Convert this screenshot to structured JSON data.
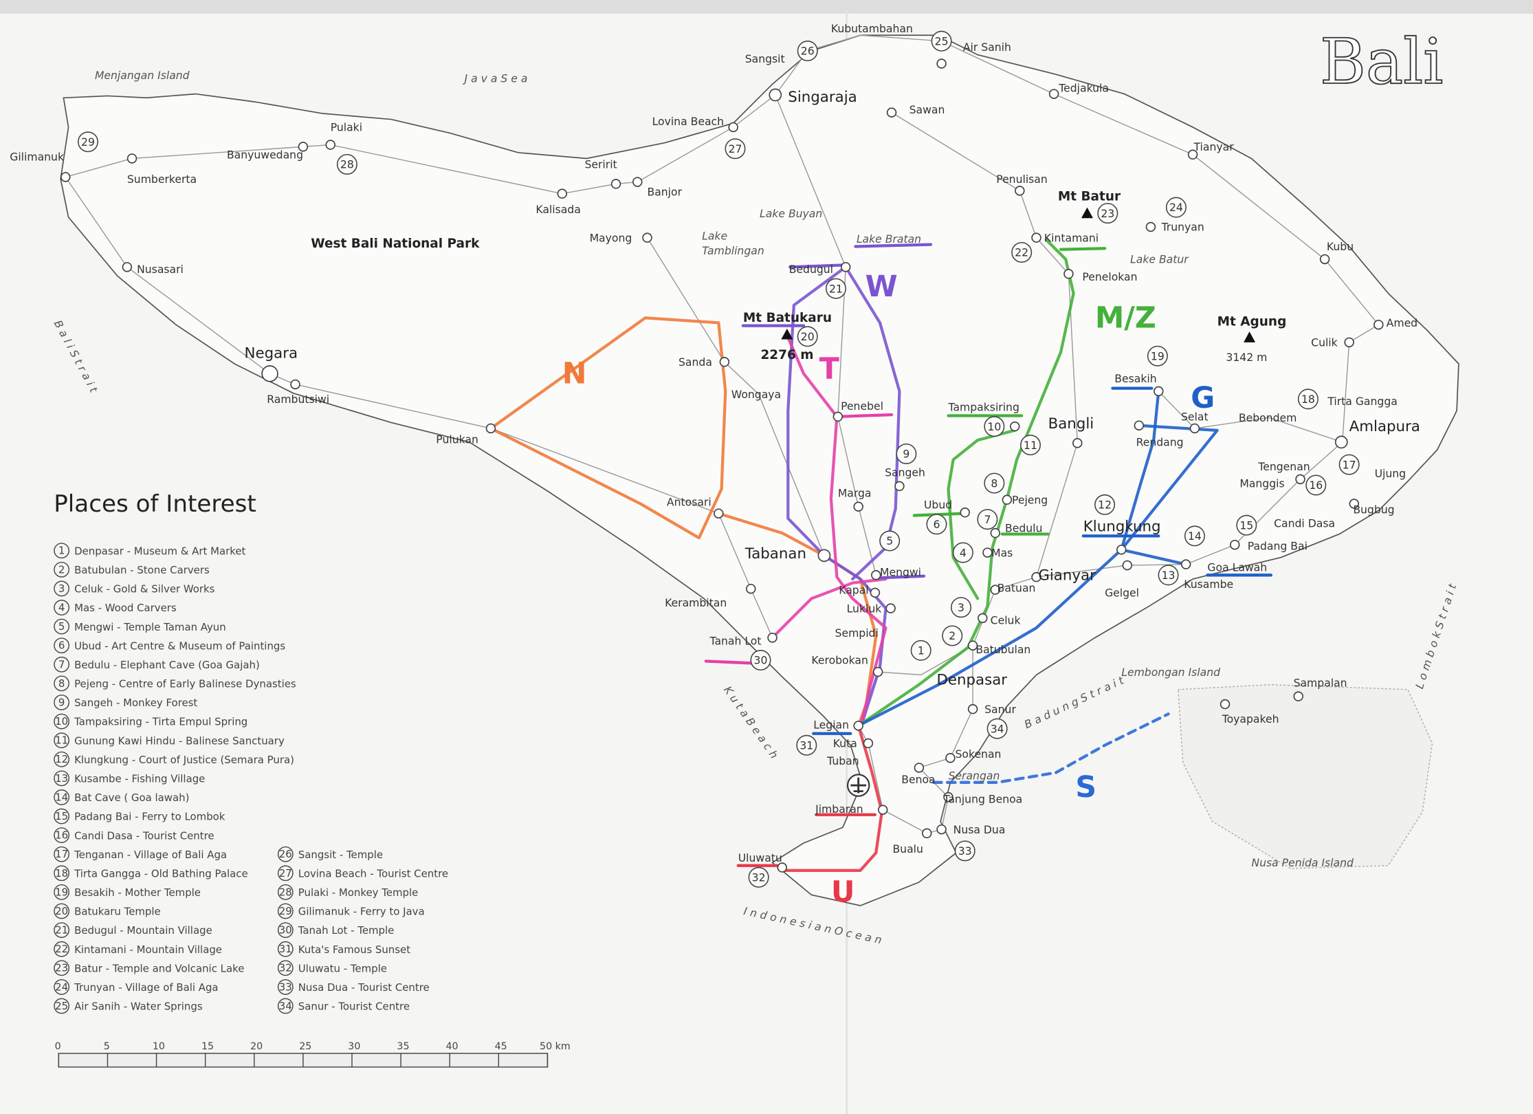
{
  "map": {
    "title": "Bali",
    "places": [
      "Kubutambahan",
      "Air Sanih",
      "Sangsit",
      "Singaraja",
      "Sawan",
      "Tedjakula",
      "Lovina Beach",
      "Pulaki",
      "Banyuwedang",
      "Menjangan Island",
      "J a v a   S e a",
      "Gilimanuk",
      "Sumberkerta",
      "Seririt",
      "Banjor",
      "Kalisada",
      "Tianyar",
      "Penulisan",
      "Mt Batur",
      "Trunyan",
      "Lake Buyan",
      "Mayong",
      "Lake",
      "Tamblingan",
      "Lake Bratan",
      "West Bali National Park",
      "Kintamani",
      "Lake Batur",
      "Kubu",
      "Nusasari",
      "Bedugul",
      "Penelokan",
      "Mt Batukaru",
      "2276 m",
      "Mt Agung",
      "3142 m",
      "Culik",
      "Amed",
      "Negara",
      "Rambutsiwi",
      "Sanda",
      "Besakih",
      "Wongaya",
      "Tirta Gangga",
      "Penebel",
      "Selat",
      "Bebondem",
      "Amlapura",
      "Tampaksiring",
      "Bangli",
      "Rendang",
      "Pulukan",
      "Sangeh",
      "Tengenan",
      "Manggis",
      "Ujung",
      "Pejeng",
      "Marga",
      "Klungkung",
      "Bugbug",
      "Antosari",
      "Ubud",
      "Bedulu",
      "Candi Dasa",
      "Padang Bai",
      "Tabanan",
      "Mas",
      "Gianyar",
      "Mengwi",
      "Kusambe",
      "Goa Lawah",
      "Batuan",
      "Gelgel",
      "Kapal",
      "Kerambitan",
      "Celuk",
      "Lukluk",
      "Sempidi",
      "Batubulan",
      "Tanah Lot",
      "Kerobokan",
      "Denpasar",
      "Lembongan Island",
      "Sampalan",
      "Toyapakeh",
      "Sanur",
      "Legian",
      "Kuta",
      "Tuban",
      "Sokenan",
      "Benoa",
      "Serangan",
      "Tanjung Benoa",
      "Jimbaran",
      "Nusa Dua",
      "Bualu",
      "Nusa Penida Island",
      "Uluwatu"
    ],
    "waters": [
      "B a l i   S t r a i t",
      "K u t a   B e a c h",
      "B a d u n g   S t r a i t",
      "L o m b o k   S t r a i t",
      "I n d o n e s i a n   O c e a n"
    ],
    "markers": [
      "1",
      "2",
      "3",
      "4",
      "5",
      "6",
      "7",
      "8",
      "9",
      "10",
      "11",
      "12",
      "13",
      "14",
      "15",
      "16",
      "17",
      "18",
      "19",
      "20",
      "21",
      "22",
      "23",
      "24",
      "25",
      "26",
      "27",
      "28",
      "29",
      "30",
      "31",
      "32",
      "33",
      "34"
    ],
    "routes": [
      {
        "label": "N",
        "color": "#f07a3a"
      },
      {
        "label": "W",
        "color": "#7a55d0"
      },
      {
        "label": "T",
        "color": "#e540a8"
      },
      {
        "label": "M/Z",
        "color": "#45b03a"
      },
      {
        "label": "G",
        "color": "#1f5fc8"
      },
      {
        "label": "S",
        "color": "#2a6ad8"
      },
      {
        "label": "U",
        "color": "#e8384a"
      }
    ]
  },
  "legend": {
    "title": "Places of Interest",
    "items": [
      {
        "num": "1",
        "text": "Denpasar - Museum & Art Market"
      },
      {
        "num": "2",
        "text": "Batubulan - Stone Carvers"
      },
      {
        "num": "3",
        "text": "Celuk - Gold & Silver Works"
      },
      {
        "num": "4",
        "text": "Mas - Wood Carvers"
      },
      {
        "num": "5",
        "text": "Mengwi - Temple Taman Ayun"
      },
      {
        "num": "6",
        "text": "Ubud - Art Centre & Museum of Paintings"
      },
      {
        "num": "7",
        "text": "Bedulu - Elephant Cave (Goa Gajah)"
      },
      {
        "num": "8",
        "text": "Pejeng - Centre of Early Balinese Dynasties"
      },
      {
        "num": "9",
        "text": "Sangeh - Monkey Forest"
      },
      {
        "num": "10",
        "text": "Tampaksiring - Tirta Empul Spring"
      },
      {
        "num": "11",
        "text": "Gunung Kawi Hindu - Balinese Sanctuary"
      },
      {
        "num": "12",
        "text": "Klungkung - Court of Justice (Semara Pura)"
      },
      {
        "num": "13",
        "text": "Kusambe - Fishing Village"
      },
      {
        "num": "14",
        "text": "Bat Cave ( Goa lawah)"
      },
      {
        "num": "15",
        "text": "Padang Bai - Ferry to Lombok"
      },
      {
        "num": "16",
        "text": "Candi Dasa - Tourist Centre"
      },
      {
        "num": "17",
        "text": "Tenganan - Village of Bali Aga"
      },
      {
        "num": "18",
        "text": "Tirta Gangga - Old Bathing Palace"
      },
      {
        "num": "19",
        "text": "Besakih - Mother Temple"
      },
      {
        "num": "20",
        "text": "Batukaru Temple"
      },
      {
        "num": "21",
        "text": "Bedugul - Mountain Village"
      },
      {
        "num": "22",
        "text": "Kintamani - Mountain Village"
      },
      {
        "num": "23",
        "text": "Batur - Temple and Volcanic Lake"
      },
      {
        "num": "24",
        "text": "Trunyan - Village of Bali Aga"
      },
      {
        "num": "25",
        "text": "Air Sanih - Water Springs"
      },
      {
        "num": "26",
        "text": "Sangsit - Temple"
      },
      {
        "num": "27",
        "text": "Lovina Beach - Tourist Centre"
      },
      {
        "num": "28",
        "text": "Pulaki - Monkey Temple"
      },
      {
        "num": "29",
        "text": "Gilimanuk - Ferry to Java"
      },
      {
        "num": "30",
        "text": "Tanah Lot - Temple"
      },
      {
        "num": "31",
        "text": "Kuta's Famous Sunset"
      },
      {
        "num": "32",
        "text": "Uluwatu - Temple"
      },
      {
        "num": "33",
        "text": "Nusa Dua - Tourist Centre"
      },
      {
        "num": "34",
        "text": "Sanur - Tourist Centre"
      }
    ]
  },
  "scale": {
    "ticks": [
      "0",
      "5",
      "10",
      "15",
      "20",
      "25",
      "30",
      "35",
      "40",
      "45",
      "50 km"
    ]
  }
}
